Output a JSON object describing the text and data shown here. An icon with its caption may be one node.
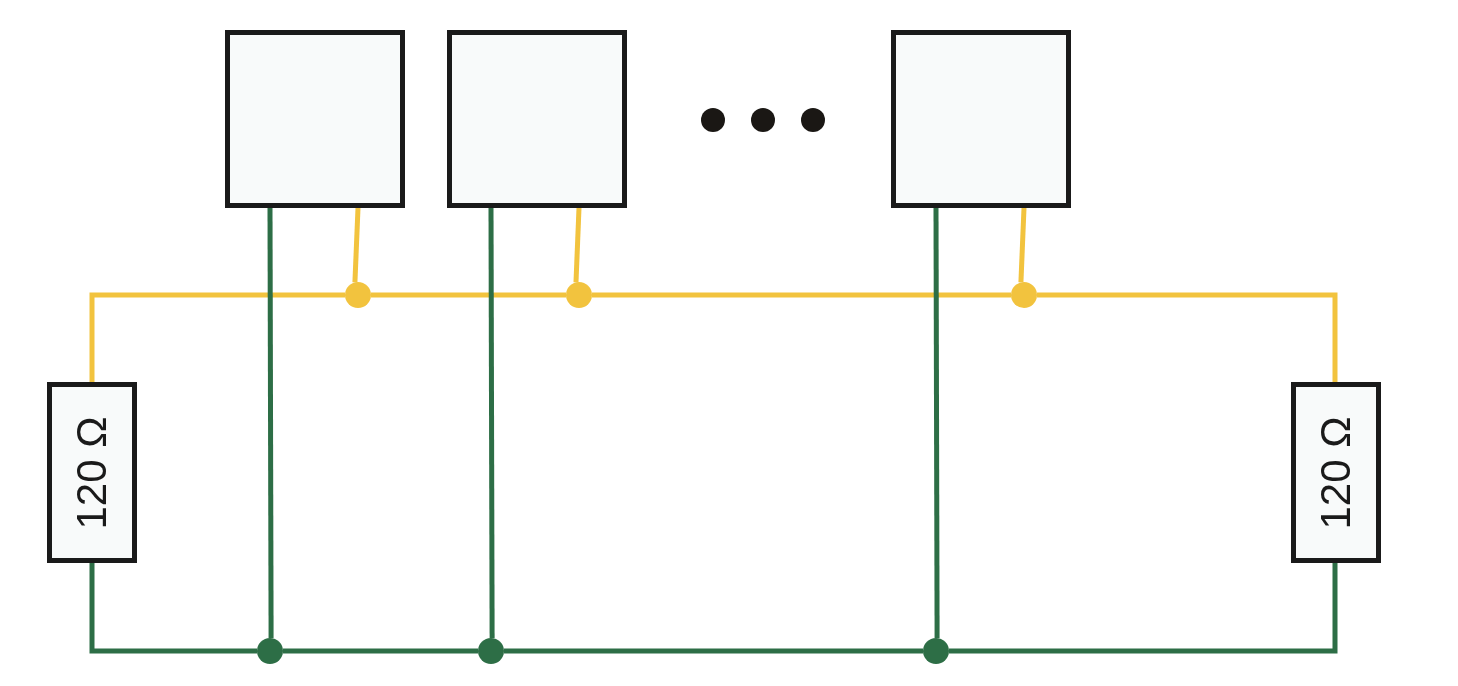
{
  "diagram": {
    "nodes": [
      {
        "text": [],
        "shape": "box"
      },
      {
        "text": [],
        "shape": "box"
      },
      {
        "text": [],
        "shape": "box"
      },
      {
        "text": [
          "120 Ω"
        ]
      },
      {
        "text": [
          "120 Ω"
        ]
      },
      {
        "text": [],
        "shape": "circle"
      },
      {
        "text": [],
        "shape": "circle"
      },
      {
        "text": [],
        "shape": "circle"
      },
      {
        "text": [],
        "shape": "circle"
      },
      {
        "text": [],
        "shape": "circle"
      },
      {
        "text": [],
        "shape": "circle"
      }
    ],
    "edges": [
      {
        "from": 0,
        "to": 5,
        "arrow": "none",
        "color": "#f2c33e"
      },
      {
        "from": 1,
        "to": 6,
        "arrow": "none",
        "color": "#f2c33e"
      },
      {
        "from": 2,
        "to": 7,
        "arrow": "none",
        "color": "#f2c33e"
      },
      {
        "from": 3,
        "to": 5,
        "arrow": "none",
        "color": "#f2c33e"
      },
      {
        "from": 5,
        "to": 6,
        "arrow": "none",
        "color": "#f2c33e"
      },
      {
        "from": 6,
        "to": 7,
        "arrow": "none",
        "color": "#f2c33e"
      },
      {
        "from": 7,
        "to": 4,
        "arrow": "none",
        "color": "#f2c33e"
      },
      {
        "from": 0,
        "to": 8,
        "arrow": "none",
        "color": "#2d6e46"
      },
      {
        "from": 1,
        "to": 9,
        "arrow": "none",
        "color": "#2d6e46"
      },
      {
        "from": 2,
        "to": 10,
        "arrow": "none",
        "color": "#2d6e46"
      },
      {
        "from": 3,
        "to": 8,
        "arrow": "none",
        "color": "#2d6e46"
      },
      {
        "from": 8,
        "to": 9,
        "arrow": "none",
        "color": "#2d6e46"
      },
      {
        "from": 9,
        "to": 10,
        "arrow": "none",
        "color": "#2d6e46"
      },
      {
        "from": 10,
        "to": 4,
        "arrow": "none",
        "color": "#2d6e46"
      }
    ]
  }
}
